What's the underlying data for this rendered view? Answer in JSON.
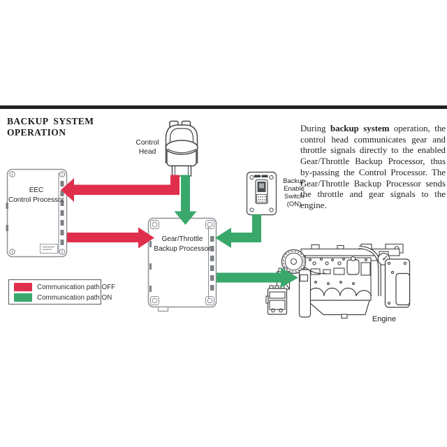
{
  "colors": {
    "path_off": "#e02f4c",
    "path_on": "#3aa86b"
  },
  "title": {
    "line1": "BACKUP SYSTEM",
    "line2": "OPERATION"
  },
  "labels": {
    "control_head": {
      "line1": "Control",
      "line2": "Head"
    },
    "eec_processor": {
      "line1": "EEC",
      "line2": "Control Processor"
    },
    "backup_processor": {
      "line1": "Gear/Throttle",
      "line2": "Backup Processor"
    },
    "enable_switch": {
      "line1": "Backup",
      "line2": "Enable",
      "line3": "Switch",
      "line4": "(ON)"
    },
    "engine": "Engine"
  },
  "legend": {
    "off": "Communication path OFF",
    "on": "Communication path ON"
  },
  "description": {
    "prefix": "During ",
    "bold": "backup system",
    "suffix": " operation, the control head communicates gear and throttle signals directly to the enabled Gear/Throttle Backup Processor, thus by-passing the Control Processor. The Gear/Throttle Backup Processor sends the throttle and gear signals to the engine."
  }
}
